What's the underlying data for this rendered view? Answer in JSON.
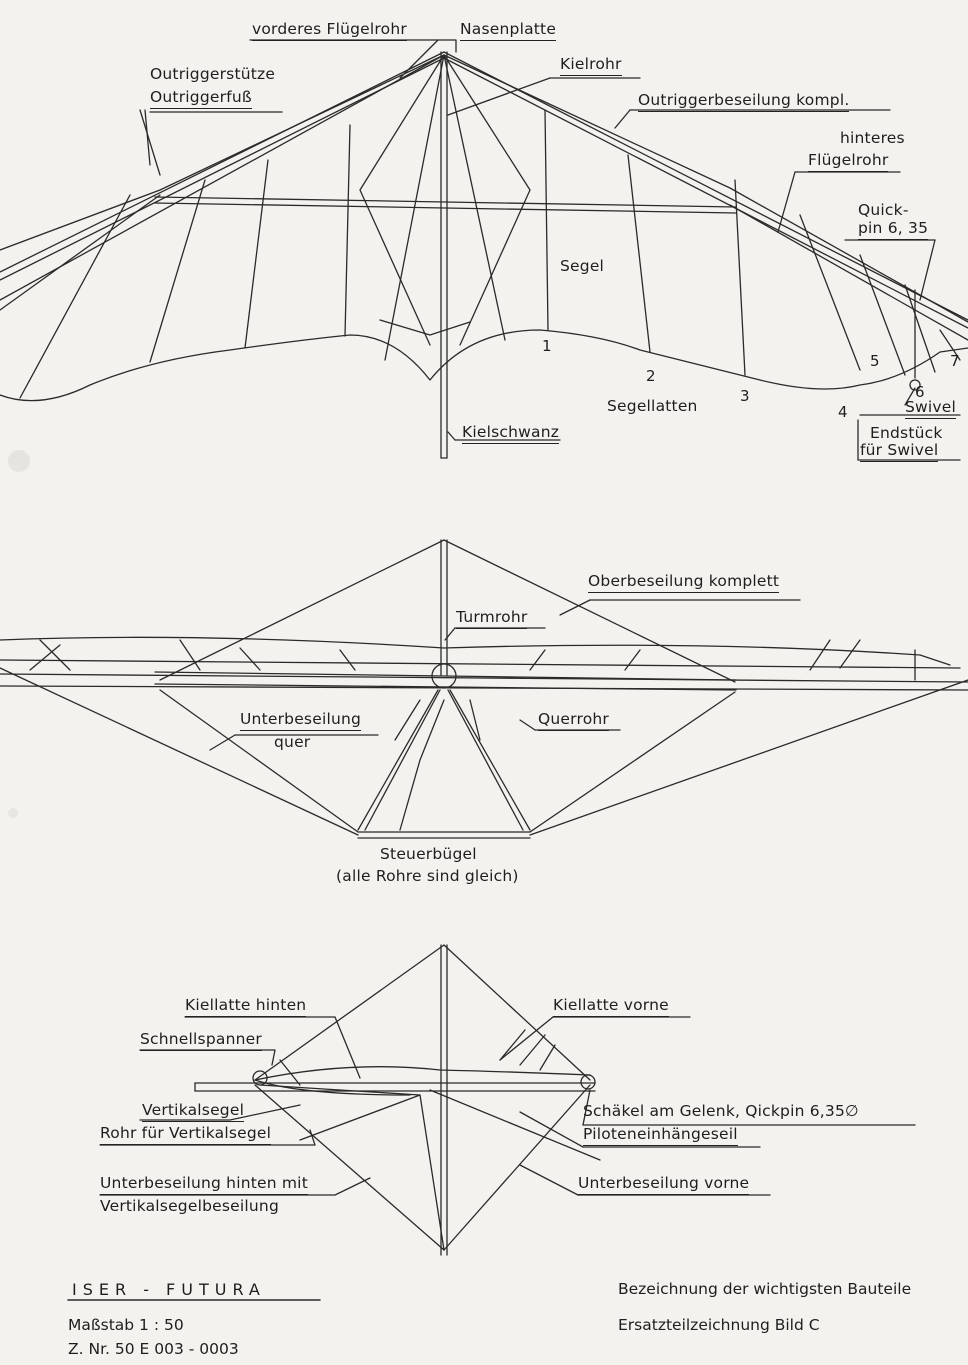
{
  "top_view": {
    "labels": {
      "vorderes_fluegelrohr": "vorderes Flügelrohr",
      "nasenplatte": "Nasenplatte",
      "outriggerstuetze": "Outriggerstütze",
      "outriggerfuss": "Outriggerfuß",
      "kielrohr": "Kielrohr",
      "outriggerbeseilung": "Outriggerbeseilung kompl.",
      "hinteres_1": "hinteres",
      "hinteres_2": "Flügelrohr",
      "quick_1": "Quick-",
      "quick_2": "pin 6, 35",
      "segel": "Segel",
      "segellatten": "Segellatten",
      "kielschwanz": "Kielschwanz",
      "swivel": "Swivel",
      "endstueck_1": "Endstück",
      "endstueck_2": "für Swivel"
    },
    "batten_numbers": [
      "1",
      "2",
      "3",
      "4",
      "5",
      "6",
      "7"
    ]
  },
  "front_view": {
    "labels": {
      "oberbeseilung": "Oberbeseilung komplett",
      "turmrohr": "Turmrohr",
      "unterbeseilung_quer_1": "Unterbeseilung",
      "unterbeseilung_quer_2": "quer",
      "querrohr": "Querrohr",
      "steuerbuegel_1": "Steuerbügel",
      "steuerbuegel_2": "(alle Rohre sind gleich)"
    }
  },
  "side_view": {
    "labels": {
      "kiellatte_hinten": "Kiellatte hinten",
      "kiellatte_vorne": "Kiellatte vorne",
      "schnellspanner": "Schnellspanner",
      "vertikalsegel": "Vertikalsegel",
      "rohr_vertikalsegel": "Rohr für Vertikalsegel",
      "schaekel": "Schäkel am Gelenk, Qickpin 6,35∅",
      "piloteneinhaengeseil": "Piloteneinhängeseil",
      "unterbeseilung_hinten_1": "Unterbeseilung hinten mit",
      "unterbeseilung_hinten_2": "Vertikalsegelbeseilung",
      "unterbeseilung_vorne": "Unterbeseilung vorne"
    }
  },
  "footer": {
    "title": "ISER - FUTURA",
    "massstab": "Maßstab  1 :  50",
    "znr": "Z. Nr.  50 E 003 - 0003",
    "bezeichnung": "Bezeichnung der wichtigsten Bauteile",
    "ersatzteil": "Ersatzteilzeichnung Bild C"
  }
}
